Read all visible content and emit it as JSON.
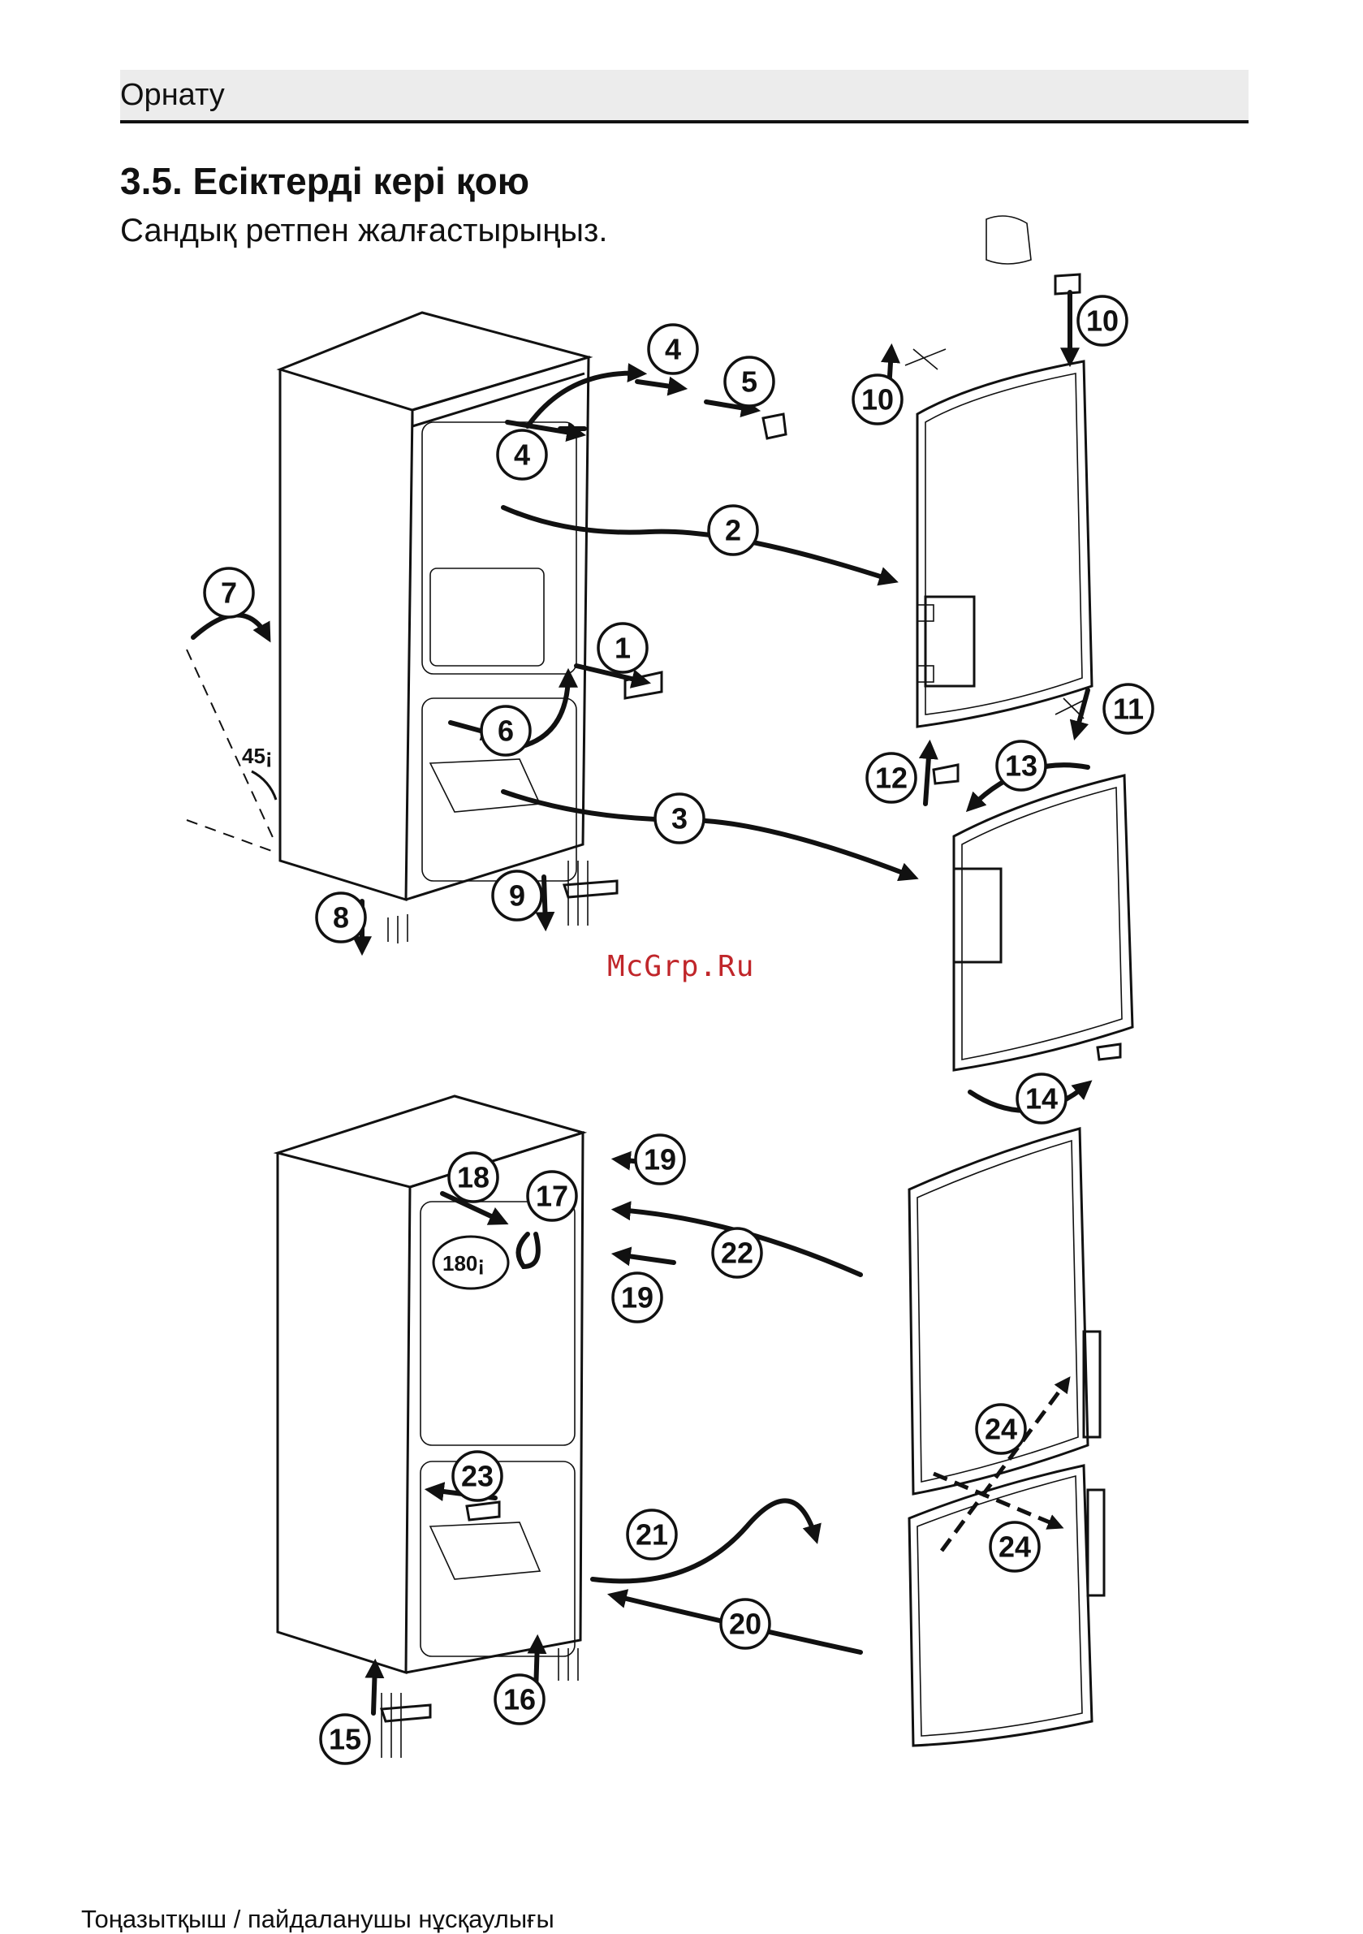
{
  "header": {
    "section": "Орнату"
  },
  "title": "3.5. Есіктерді кері қою",
  "subtitle": "Сандық ретпен жалғастырыңыз.",
  "footer": "Тоңазытқыш / пайдаланушы нұсқаулығы",
  "watermark": "McGrp.Ru",
  "angles": {
    "tilt": "45¡",
    "rotate": "180¡"
  },
  "steps": [
    "1",
    "2",
    "3",
    "4",
    "4",
    "5",
    "6",
    "7",
    "8",
    "9",
    "10",
    "10",
    "11",
    "12",
    "13",
    "14",
    "15",
    "16",
    "17",
    "18",
    "19",
    "19",
    "20",
    "21",
    "22",
    "23",
    "24",
    "24"
  ]
}
